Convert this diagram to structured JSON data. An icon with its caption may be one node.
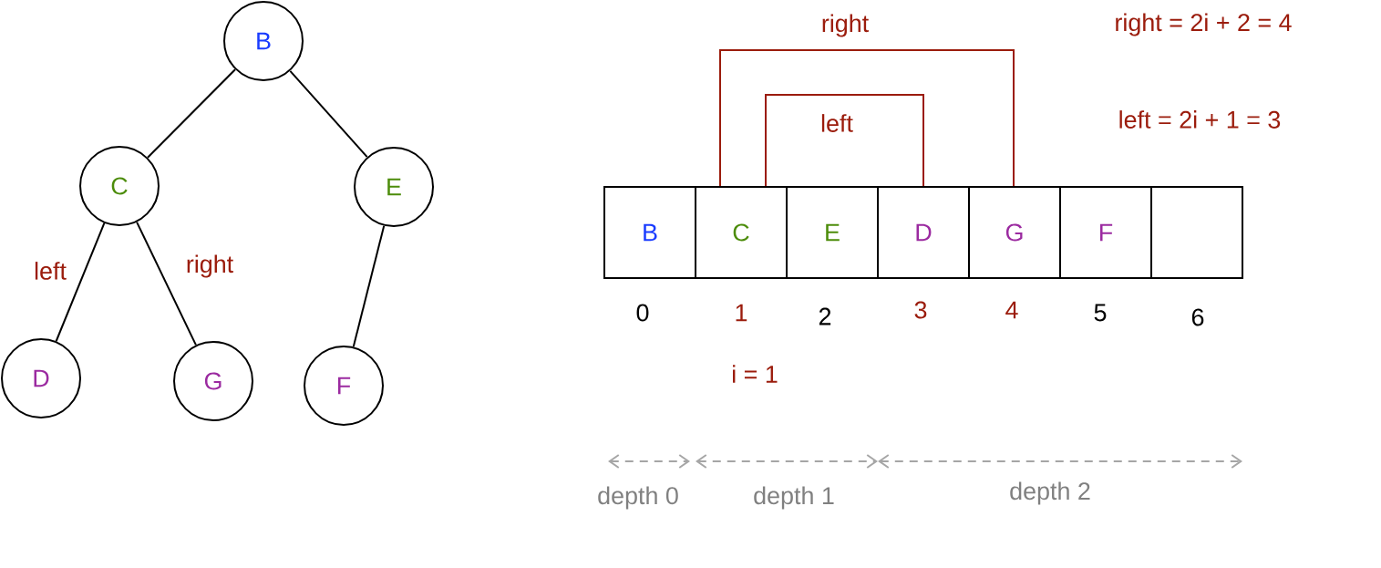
{
  "diagram": {
    "nodes": [
      {
        "text": [
          "B"
        ]
      },
      {
        "text": [
          "C"
        ]
      },
      {
        "text": [
          "E"
        ]
      },
      {
        "text": [
          "D"
        ]
      },
      {
        "text": [
          "G"
        ]
      },
      {
        "text": [
          "F"
        ]
      },
      {
        "text": [
          "B"
        ]
      },
      {
        "text": [
          "C"
        ]
      },
      {
        "text": [
          "E"
        ]
      },
      {
        "text": [
          "D"
        ]
      },
      {
        "text": [
          "G"
        ]
      },
      {
        "text": [
          "F"
        ]
      },
      {
        "text": [],
        "shape": "box"
      }
    ],
    "edges": [
      {
        "from": 0,
        "to": 1,
        "arrow": "none"
      },
      {
        "from": 0,
        "to": 2,
        "arrow": "none"
      },
      {
        "from": 1,
        "to": 3,
        "arrow": "none",
        "label": "left"
      },
      {
        "from": 1,
        "to": 4,
        "arrow": "none",
        "label": "right"
      },
      {
        "from": 2,
        "to": 5,
        "arrow": "none"
      },
      {
        "from": 7,
        "to": 9,
        "arrow": "none",
        "label": "left",
        "color": "#9b1c0c"
      },
      {
        "from": 7,
        "to": 10,
        "arrow": "none",
        "label": "right",
        "color": "#9b1c0c"
      }
    ],
    "labels": [
      "right = 2i + 2 = 4",
      "left = 2i + 1 = 3",
      "0",
      "1",
      "2",
      "3",
      "4",
      "5",
      "6",
      "i = 1",
      "depth 0",
      "depth 1",
      "depth 2"
    ]
  }
}
